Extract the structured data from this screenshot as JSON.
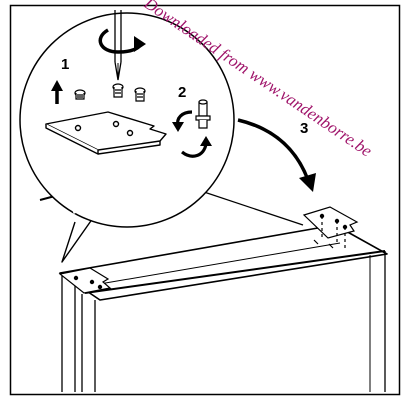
{
  "figure": {
    "steps": [
      "1",
      "2",
      "3"
    ],
    "watermark": "Downloaded from www.vandenborre.be",
    "colors": {
      "line": "#000000",
      "background": "#ffffff",
      "watermark": "#a0156b"
    }
  }
}
